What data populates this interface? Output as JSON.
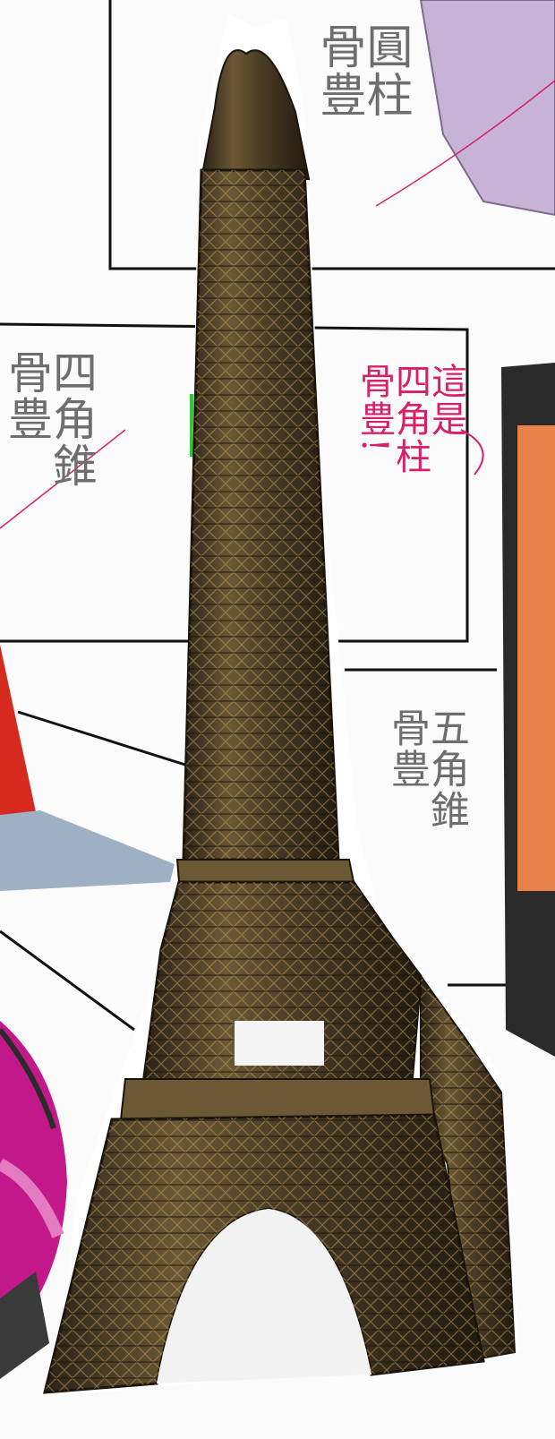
{
  "annotations": {
    "cylinder": {
      "line1": "圓柱",
      "line2": "骨豊"
    },
    "square_pyramid": {
      "line1": "四角錐",
      "line2": "骨豊"
    },
    "pink_note": {
      "line1": "這是",
      "line2": "四角柱",
      "line3": "骨豊!"
    },
    "pentagonal_pyramid": {
      "line1": "五角錐",
      "line2": "骨豊"
    }
  },
  "colors": {
    "tower_bronze": "#5a4a2e",
    "tower_dark": "#2a2116",
    "pink_ink": "#d81f6a",
    "pencil_ink": "#6e6e6e",
    "orange_block": "#e8824a",
    "red_cone": "#d62a1e",
    "purple_object": "#c7b3d6",
    "magenta_ball": "#c2188a"
  },
  "subject": "eiffel-tower-model"
}
